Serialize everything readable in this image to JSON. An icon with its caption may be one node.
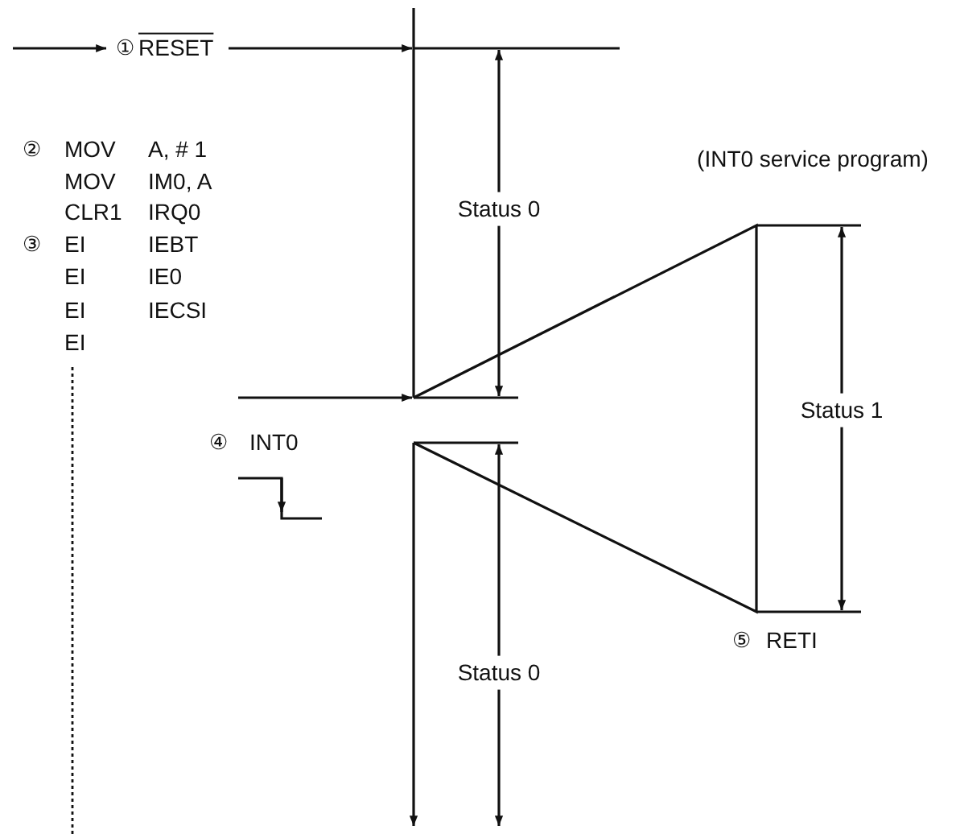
{
  "diagram": {
    "labels": [
      "①",
      "RESET",
      "(INT0 service program)",
      "②",
      "MOV",
      "A, # 1",
      "MOV",
      "IM0, A",
      "CLR1",
      "IRQ0",
      "Status 0",
      "③",
      "EI",
      "IEBT",
      "EI",
      "IE0",
      "EI",
      "IECSI",
      "EI",
      "Status 1",
      "④",
      "INT0",
      "⑤",
      "RETI",
      "Status 0"
    ]
  }
}
